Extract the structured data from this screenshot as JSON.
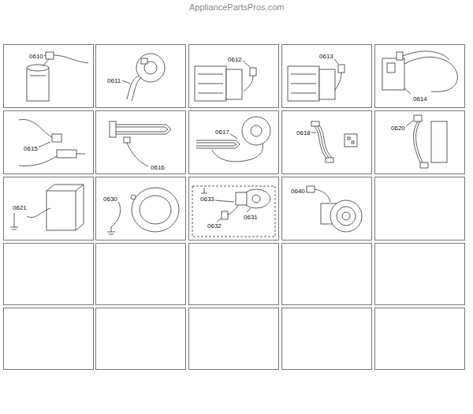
{
  "diagram": {
    "nodes": [
      {
        "text": [
          "0610"
        ]
      },
      {
        "text": [
          "0611"
        ]
      },
      {
        "text": [
          "0612"
        ]
      },
      {
        "text": [
          "0613"
        ]
      },
      {
        "text": [
          "0614"
        ]
      },
      {
        "text": [
          "0615"
        ]
      },
      {
        "text": [
          "0616"
        ]
      },
      {
        "text": [
          "0617"
        ]
      },
      {
        "text": [
          "0618"
        ]
      },
      {
        "text": [
          "0620"
        ]
      },
      {
        "text": [
          "0621"
        ]
      },
      {
        "text": [
          "0630"
        ]
      },
      {
        "text": [
          "0633",
          "0632",
          "0631"
        ]
      },
      {
        "text": [
          "0640"
        ]
      }
    ],
    "labels": [
      "AppliancePartsPros.com"
    ]
  }
}
